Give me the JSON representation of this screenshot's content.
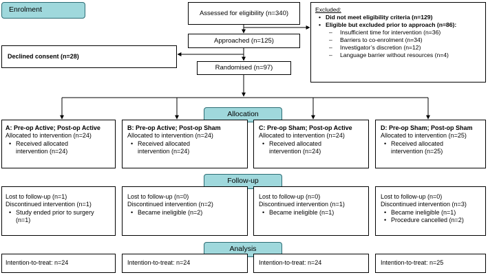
{
  "stages": {
    "enrolment": "Enrolment",
    "allocation": "Allocation",
    "followup": "Follow-up",
    "analysis": "Analysis"
  },
  "enrolment": {
    "assessed": "Assessed for eligibility (n=340)",
    "approached": "Approached (n=125)",
    "randomised": "Randomised (n=97)",
    "declined": "Declined consent (n=28)"
  },
  "excluded": {
    "title": "Excluded:",
    "item1": "Did not meet eligibility criteria (n=129)",
    "item2": "Eligible but excluded prior to approach (n=86):",
    "sub1": "Insufficient time for intervention (n=36)",
    "sub2": "Barriers to co-enrolment (n=34)",
    "sub3": "Investigator’s discretion (n=12)",
    "sub4": "Language barrier without resources (n=4)"
  },
  "allocation": {
    "A": {
      "title": "A: Pre-op Active; Post-op Active",
      "allocated": "Allocated to intervention (n=24)",
      "received1": "Received allocated",
      "received2": "intervention (n=24)"
    },
    "B": {
      "title": "B: Pre-op Active; Post-op Sham",
      "allocated": "Allocated to intervention (n=24)",
      "received1": "Received allocated",
      "received2": "intervention (n=24)"
    },
    "C": {
      "title": "C: Pre-op Sham; Post-op Active",
      "allocated": "Allocated to intervention (n=24)",
      "received1": "Received allocated",
      "received2": "intervention (n=24)"
    },
    "D": {
      "title": "D: Pre-op Sham; Post-op Sham",
      "allocated": "Allocated to intervention (n=25)",
      "received1": "Received allocated",
      "received2": "intervention (n=25)"
    }
  },
  "followup": {
    "A": {
      "lost": "Lost to follow-up (n=1)",
      "disc": "Discontinued intervention (n=1)",
      "r1a": "Study ended prior to surgery",
      "r1b": "(n=1)"
    },
    "B": {
      "lost": "Lost to follow-up (n=0)",
      "disc": "Discontinued intervention (n=2)",
      "r1": "Became ineligible (n=2)"
    },
    "C": {
      "lost": "Lost to follow-up (n=0)",
      "disc": "Discontinued intervention (n=1)",
      "r1": "Became ineligible (n=1)"
    },
    "D": {
      "lost": "Lost to follow-up (n=0)",
      "disc": "Discontinued intervention (n=3)",
      "r1": "Became ineligible (n=1)",
      "r2": "Procedure cancelled (n=2)"
    }
  },
  "analysis": {
    "A": "Intention-to-treat: n=24",
    "B": "Intention-to-treat: n=24",
    "C": "Intention-to-treat: n=24",
    "D": "Intention-to-treat: n=25"
  }
}
